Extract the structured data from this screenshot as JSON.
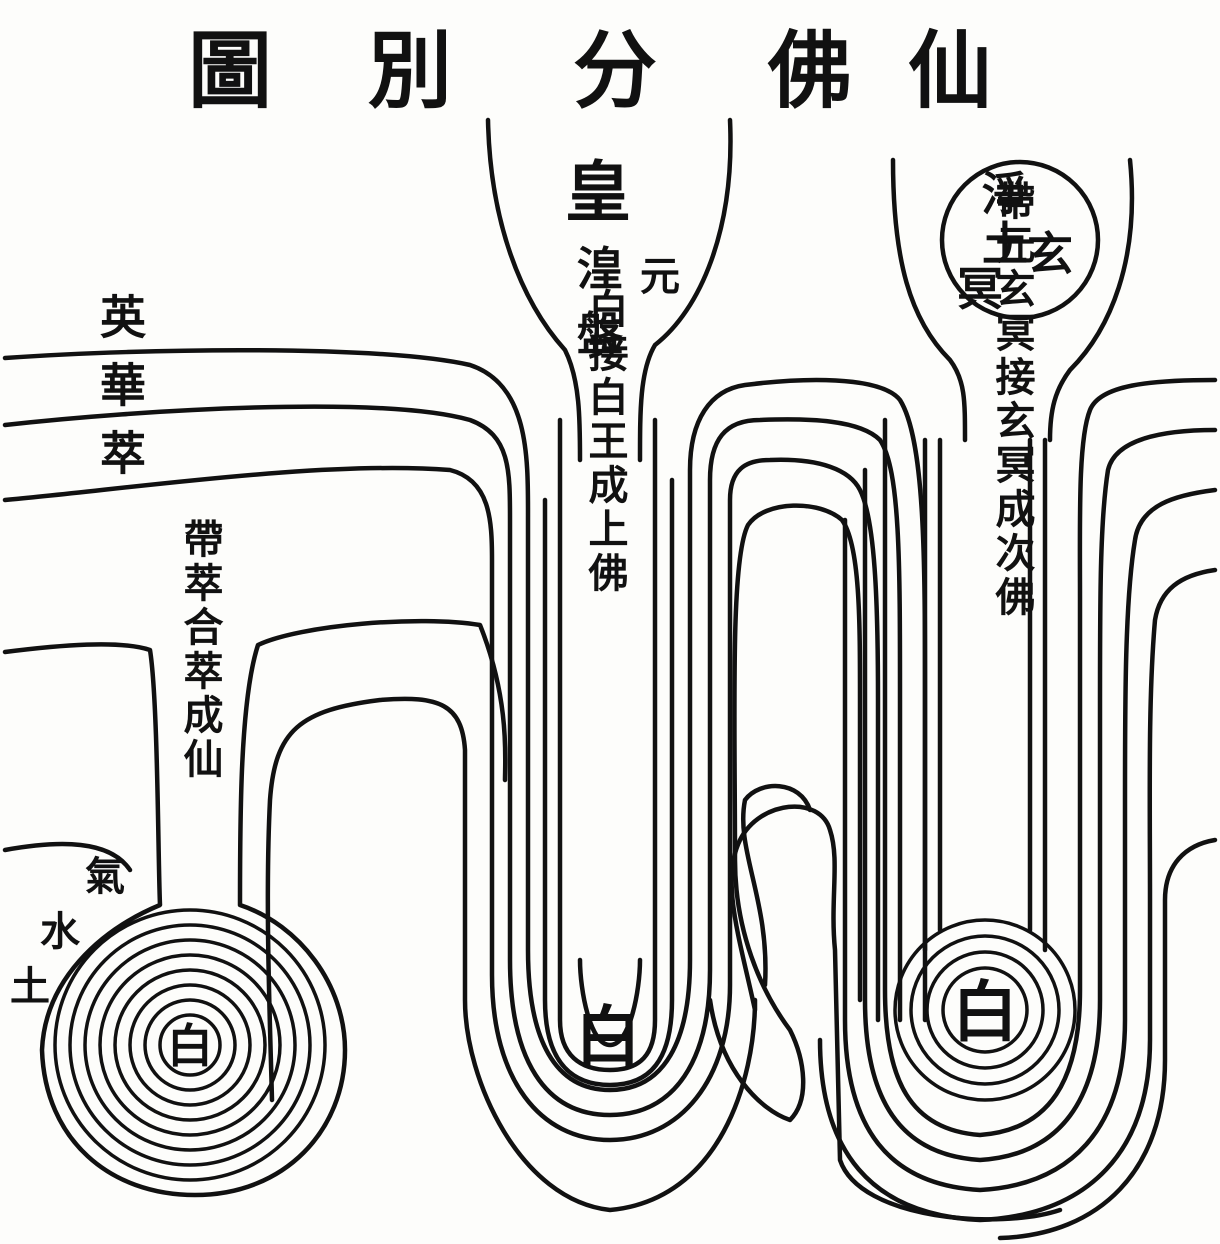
{
  "title": [
    "仙",
    "佛",
    "分",
    "別",
    "圖"
  ],
  "center_column": {
    "big": "皇",
    "side": "元",
    "line": [
      "湟",
      "盤"
    ],
    "text": "白接白王成上佛",
    "core": "白"
  },
  "right_circle": {
    "chars": [
      "淨",
      "土",
      "玄",
      "冥"
    ]
  },
  "right_column": {
    "text": "帶元玄冥接玄冥成次佛",
    "core": "白"
  },
  "left_top": {
    "text": "英華萃"
  },
  "left_column": {
    "text": "帶萃合萃成仙",
    "core": "白"
  },
  "left_side": {
    "chars": [
      "氣",
      "水",
      "土"
    ]
  }
}
